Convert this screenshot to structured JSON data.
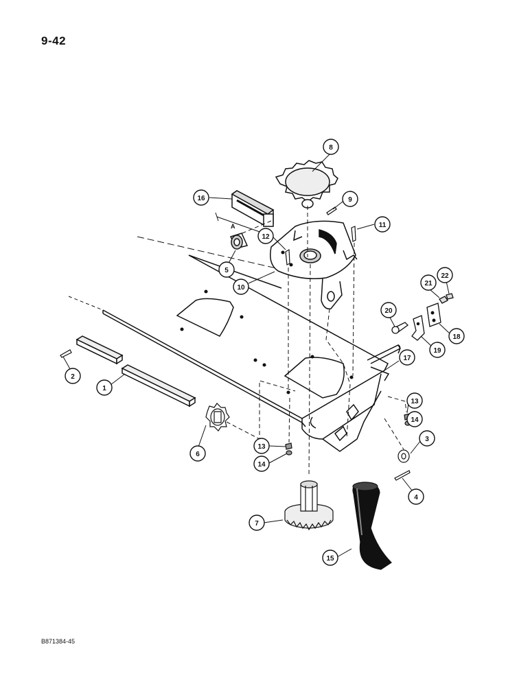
{
  "page": {
    "number": "9-42",
    "footer_code": "B871384-45"
  },
  "dimension_label": "A",
  "callouts": [
    "1",
    "2",
    "3",
    "4",
    "5",
    "6",
    "7",
    "8",
    "9",
    "10",
    "11",
    "12",
    "13",
    "13",
    "14",
    "14",
    "15",
    "16",
    "17",
    "18",
    "19",
    "20",
    "21",
    "22"
  ]
}
